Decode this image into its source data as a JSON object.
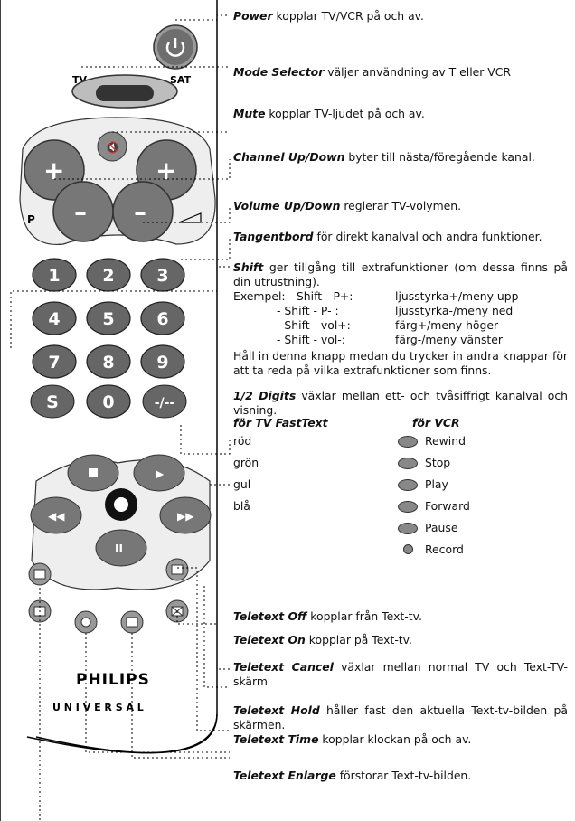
{
  "remote": {
    "tv_label": "TV",
    "sat_label": "SAT",
    "p_label": "P",
    "digits": [
      "1",
      "2",
      "3",
      "4",
      "5",
      "6",
      "7",
      "8",
      "9",
      "0"
    ],
    "shift_label": "S",
    "digits_toggle_label": "-/--",
    "brand": "PHILIPS",
    "universal": "U N I V E R S A L"
  },
  "descriptions": {
    "power": {
      "term": "Power",
      "text": " kopplar TV/VCR på och av."
    },
    "mode": {
      "term": "Mode Selector",
      "text": " väljer användning av T eller VCR"
    },
    "mute": {
      "term": "Mute",
      "text": " kopplar TV-ljudet på och av."
    },
    "channel": {
      "term": "Channel Up/Down",
      "text": " byter till nästa/föregående kanal."
    },
    "volume": {
      "term": "Volume Up/Down",
      "text": " reglerar TV-volymen."
    },
    "keyboard": {
      "term": "Tangentbord",
      "text": " för direkt kanalval och andra funktioner."
    },
    "shift": {
      "term": "Shift",
      "text": " ger tillgång till extrafunktioner (om dessa finns på din utrustning)."
    },
    "shift_examples": [
      {
        "key": "Exempel: - Shift - P+:",
        "val": "ljusstyrka+/meny upp"
      },
      {
        "key": "- Shift - P- :",
        "val": "ljusstyrka-/meny ned"
      },
      {
        "key": "- Shift - vol+:",
        "val": "färg+/meny höger"
      },
      {
        "key": "- Shift - vol-:",
        "val": "färg-/meny vänster"
      }
    ],
    "shift_hold": "Håll in denna knapp medan du trycker in andra knappar för att ta reda på vilka extrafunktioner som finns.",
    "digits": {
      "term": "1/2 Digits",
      "text": " växlar mellan ett- och tvåsiffrigt kanalval och visning."
    },
    "fasttext_header": "för TV FastText",
    "vcr_header": "för VCR",
    "fasttext": [
      "röd",
      "grön",
      "gul",
      "blå"
    ],
    "vcr": [
      "Rewind",
      "Stop",
      "Play",
      "Forward",
      "Pause",
      "Record"
    ],
    "tt_off": {
      "term": "Teletext Off",
      "text": " kopplar från Text-tv."
    },
    "tt_on": {
      "term": "Teletext On",
      "text": " kopplar på Text-tv."
    },
    "tt_cancel": {
      "term": "Teletext Cancel",
      "text": " växlar mellan normal TV och Text-TV-skärm"
    },
    "tt_hold": {
      "term": "Teletext Hold",
      "text": " håller fast den aktuella Text-tv-bilden på skärmen."
    },
    "tt_time": {
      "term": "Teletext Time",
      "text": " kopplar klockan på och av."
    },
    "tt_enlarge": {
      "term": "Teletext Enlarge",
      "text": " förstorar Text-tv-bilden."
    }
  }
}
